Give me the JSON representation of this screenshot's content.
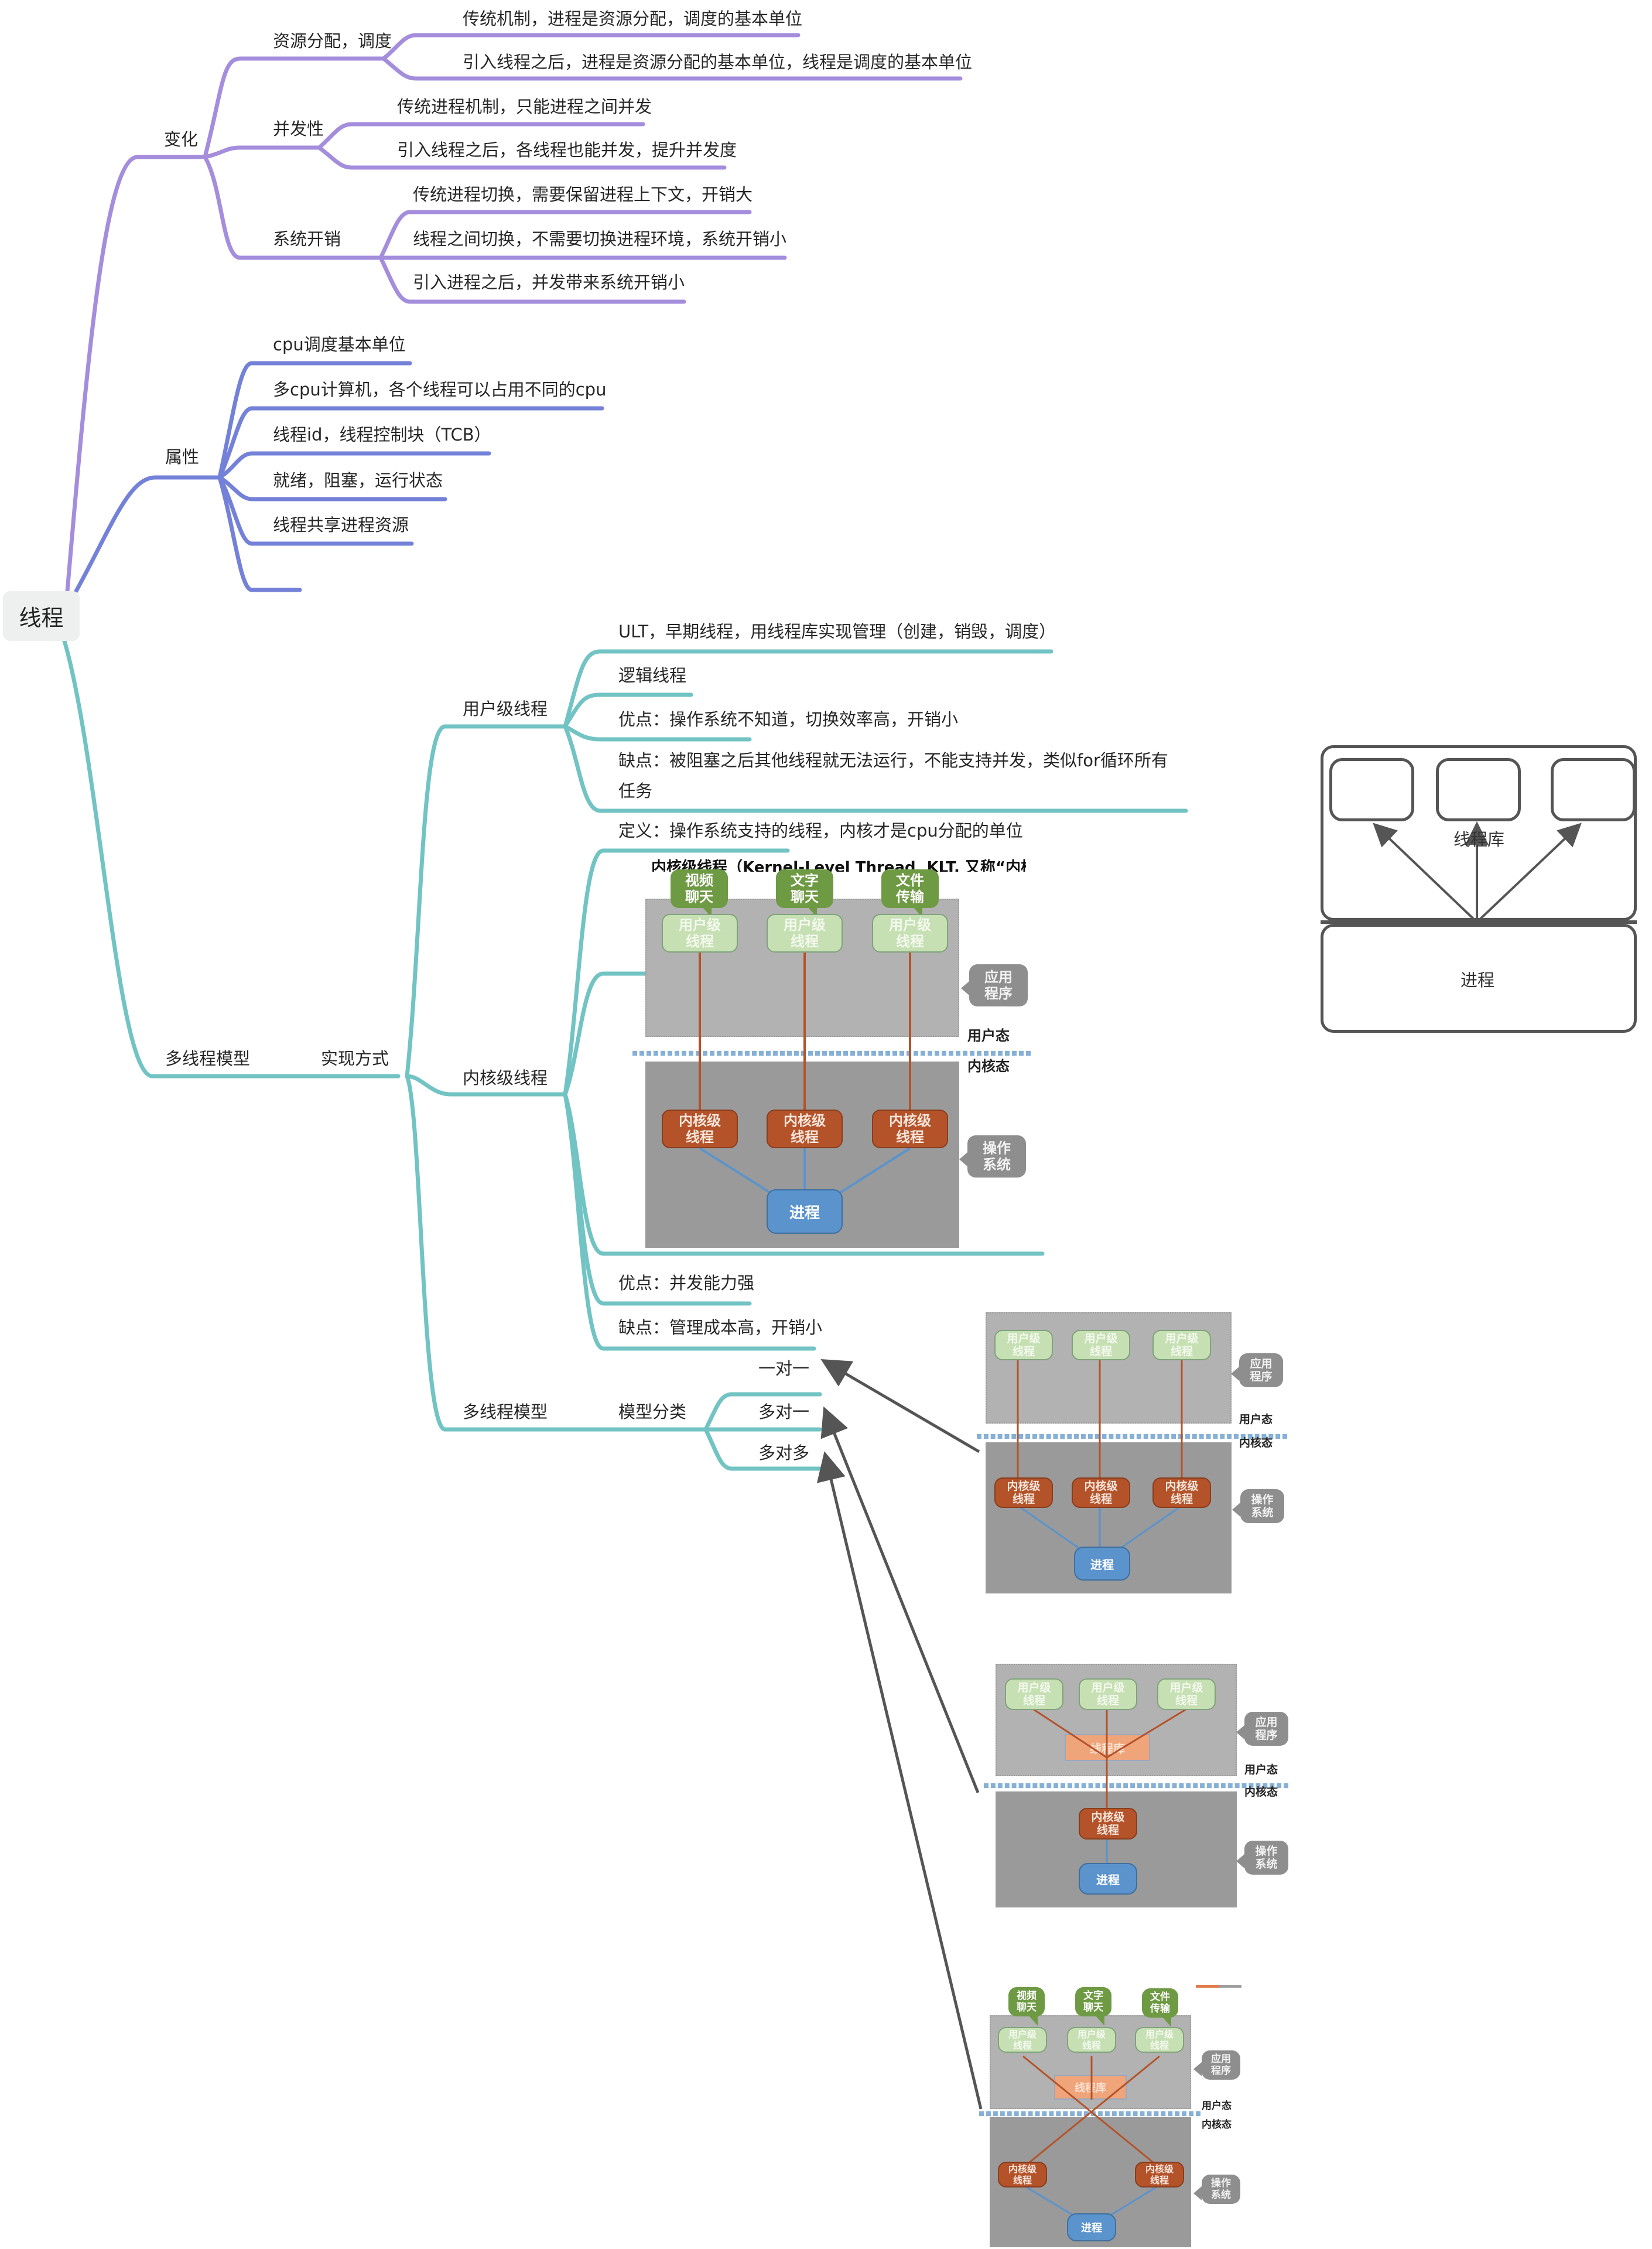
{
  "root": {
    "label": "线程"
  },
  "colors": {
    "branch_change": "#a48ddc",
    "branch_attr": "#7381d8",
    "branch_model": "#72c3c3",
    "root_bg": "#eef0f0",
    "user_thread": "#c6e0b4",
    "kernel_thread": "#b4532a",
    "process": "#5b93cc",
    "bubble": "#6f9a44",
    "thread_lib": "#f0a47a",
    "arrow": "#555555"
  },
  "change": {
    "label": "变化",
    "resource": {
      "label": "资源分配，调度",
      "items": [
        "传统机制，进程是资源分配，调度的基本单位",
        "引入线程之后，进程是资源分配的基本单位，线程是调度的基本单位"
      ]
    },
    "concurrency": {
      "label": "并发性",
      "items": [
        "传统进程机制，只能进程之间并发",
        "引入线程之后，各线程也能并发，提升并发度"
      ]
    },
    "overhead": {
      "label": "系统开销",
      "items": [
        "传统进程切换，需要保留进程上下文，开销大",
        "线程之间切换，不需要切换进程环境，系统开销小",
        "引入进程之后，并发带来系统开销小"
      ]
    }
  },
  "attributes": {
    "label": "属性",
    "items": [
      "cpu调度基本单位",
      "多cpu计算机，各个线程可以占用不同的cpu",
      "线程id，线程控制块（TCB）",
      "就绪，阻塞，运行状态",
      "线程共享进程资源",
      ""
    ]
  },
  "model": {
    "label": "多线程模型",
    "impl": {
      "label": "实现方式",
      "ult": {
        "label": "用户级线程",
        "items": [
          "ULT，早期线程，用线程库实现管理（创建，销毁，调度）",
          "逻辑线程",
          "优点：操作系统不知道，切换效率高，开销小",
          "缺点：被阻塞之后其他线程就无法运行，不能支持并发，类似for循环所有任务"
        ]
      },
      "klt": {
        "label": "内核级线程",
        "definition": "定义：操作系统支持的线程，内核才是cpu分配的单位",
        "pros": "优点：并发能力强",
        "cons": "缺点：管理成本高，开销小",
        "image": {
          "caption": "内核级线程（Kernel-Level Thread, KLT, 又称“内核支持",
          "bubbles": [
            "视频\n聊天",
            "文字\n聊天",
            "文件\n传输"
          ],
          "user_thread": "用户级\n线程",
          "kernel_thread": "内核级\n线程",
          "process": "进程",
          "app_tag": "应用\n程序",
          "os_tag": "操作\n系统",
          "user_mode": "用户态",
          "kernel_mode": "内核态"
        }
      }
    },
    "classify": {
      "label": "模型分类",
      "items": [
        "一对一",
        "多对一",
        "多对多"
      ]
    },
    "library_diagram": {
      "library": "线程库",
      "process": "进程"
    },
    "diagrams": {
      "user_thread": "用户级\n线程",
      "kernel_thread": "内核级\n线程",
      "process": "进程",
      "thread_lib": "线程库",
      "app_tag": "应用\n程序",
      "os_tag": "操作\n系统",
      "user_mode": "用户态",
      "kernel_mode": "内核态",
      "bubbles": [
        "视频\n聊天",
        "文字\n聊天",
        "文件\n传输"
      ]
    }
  }
}
